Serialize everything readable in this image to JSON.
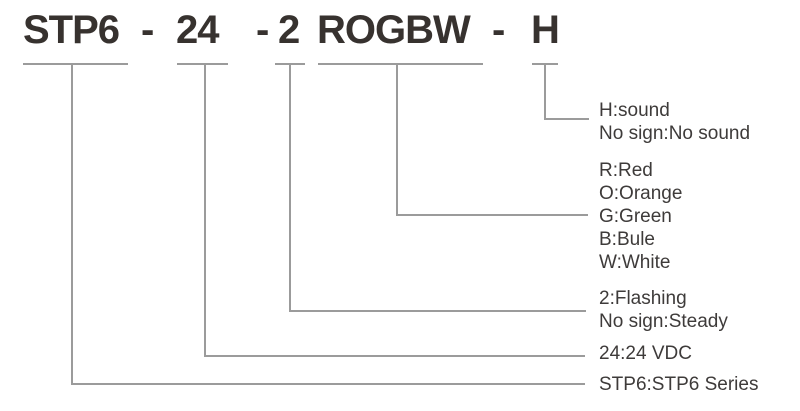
{
  "title": {
    "full": "STP6 - 24 - 2 ROGBW - H",
    "segments": [
      {
        "id": "series",
        "text": "STP6"
      },
      {
        "id": "dash1",
        "text": "-"
      },
      {
        "id": "voltage",
        "text": "24"
      },
      {
        "id": "dash2",
        "text": "-"
      },
      {
        "id": "flash",
        "text": "2"
      },
      {
        "id": "colors",
        "text": "ROGBW"
      },
      {
        "id": "dash3",
        "text": "-"
      },
      {
        "id": "sound",
        "text": "H"
      }
    ]
  },
  "legend": {
    "sound": [
      "H:sound",
      "No sign:No sound"
    ],
    "colors": [
      "R:Red",
      "O:Orange",
      "G:Green",
      "B:Bule",
      "W:White"
    ],
    "flash": [
      "2:Flashing",
      "No sign:Steady"
    ],
    "voltage": [
      "24:24 VDC"
    ],
    "series": [
      "STP6:STP6 Series"
    ]
  },
  "colors": {
    "title_text": "#37322f",
    "label_text": "#3e3b3a",
    "line": "#9b9b9b",
    "background": "#ffffff"
  }
}
